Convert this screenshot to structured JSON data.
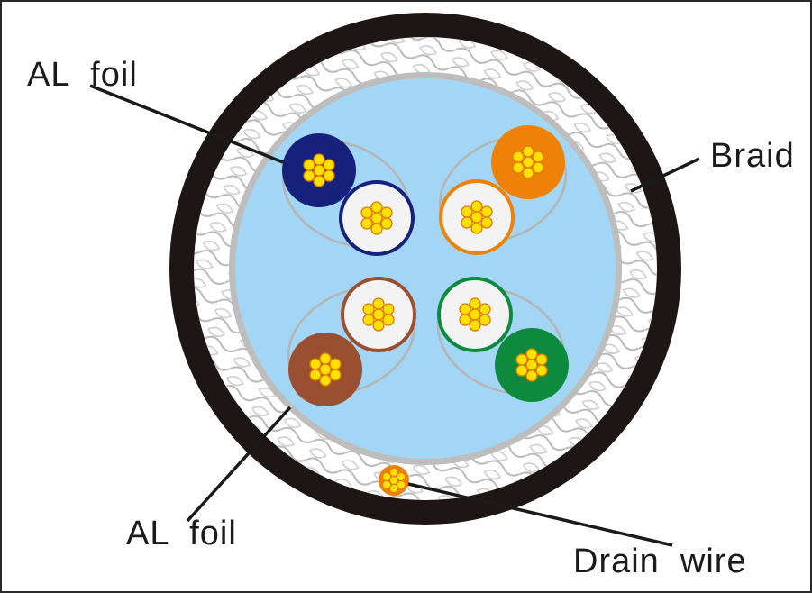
{
  "labels": {
    "al_foil_top": "AL  foil",
    "braid": "Braid",
    "al_foil_bottom": "AL  foil",
    "drain_wire": "Drain  wire"
  },
  "colors": {
    "jacket": "#1e1614",
    "braid_fill": "#ffffff",
    "braid_mesh": "#b9b9b9",
    "foil_ring": "#bdbdbd",
    "filler": "#a3d6f4",
    "copper": "#ffe000",
    "copper_edge": "#e07b00",
    "blue": "#15217a",
    "orange": "#ee8208",
    "brown": "#9b4f31",
    "green": "#0d8a3d",
    "white": "#f3f3f3"
  },
  "pairs": [
    {
      "name": "blue-pair",
      "solid": "blue",
      "stripe": "blue"
    },
    {
      "name": "orange-pair",
      "solid": "orange",
      "stripe": "orange"
    },
    {
      "name": "brown-pair",
      "solid": "brown",
      "stripe": "brown"
    },
    {
      "name": "green-pair",
      "solid": "green",
      "stripe": "green"
    }
  ]
}
